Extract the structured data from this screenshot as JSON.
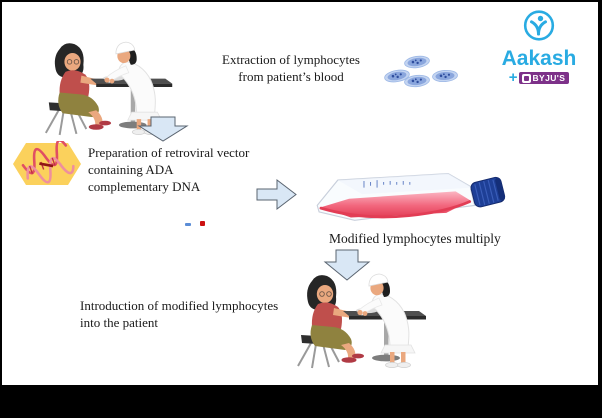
{
  "logo": {
    "brand": "Aakash",
    "plus": "+",
    "sub_brand": "BYJU'S"
  },
  "steps": {
    "extraction": {
      "line1": "Extraction of lymphocytes",
      "line2": "from patient’s blood"
    },
    "preparation": {
      "line1": "Preparation of retroviral vector",
      "line2": "containing ADA",
      "line3": "complementary DNA"
    },
    "multiply": {
      "text": "Modified lymphocytes multiply"
    },
    "introduction": {
      "line1": "Introduction of modified lymphocytes",
      "line2": "into the patient"
    }
  },
  "icons": {
    "blood_draw": "patient-blood-draw-illustration",
    "lymphocytes": "lymphocyte-cells-icon",
    "dna_hexagon": "dna-hexagon-icon",
    "culture_flask": "culture-flask-icon",
    "down_arrow": "down-arrow-icon",
    "right_arrow": "right-arrow-icon",
    "aakash_logo": "aakash-byjus-logo"
  },
  "colors": {
    "arrow_fill": "#d9e7f5",
    "arrow_stroke": "#5a6470",
    "hexagon_fill": "#fbd15c",
    "dna_strand": "#e04f63",
    "flask_medium": "#f2667d",
    "flask_cap": "#1e3f96",
    "lymphocyte_fill": "#c3d4f1",
    "brand_blue": "#29abe2",
    "badge_purple": "#7d3189",
    "text_color": "#1a1a1a"
  }
}
